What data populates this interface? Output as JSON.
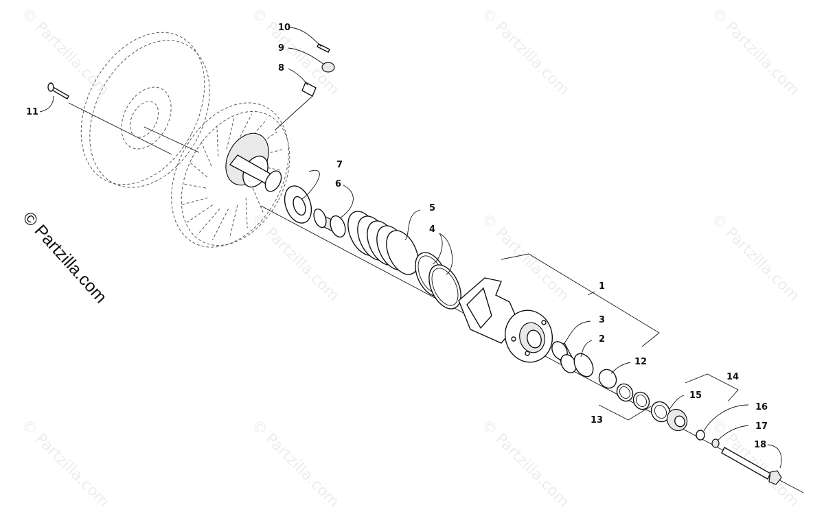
{
  "watermark": {
    "text": "© Partzilla.com",
    "side_text": "© Partzilla.com"
  },
  "parts": [
    {
      "number": "1"
    },
    {
      "number": "2"
    },
    {
      "number": "3"
    },
    {
      "number": "4"
    },
    {
      "number": "5"
    },
    {
      "number": "6"
    },
    {
      "number": "7"
    },
    {
      "number": "8"
    },
    {
      "number": "9"
    },
    {
      "number": "10"
    },
    {
      "number": "11"
    },
    {
      "number": "12"
    },
    {
      "number": "13"
    },
    {
      "number": "14"
    },
    {
      "number": "15"
    },
    {
      "number": "16"
    },
    {
      "number": "17"
    },
    {
      "number": "18"
    }
  ]
}
